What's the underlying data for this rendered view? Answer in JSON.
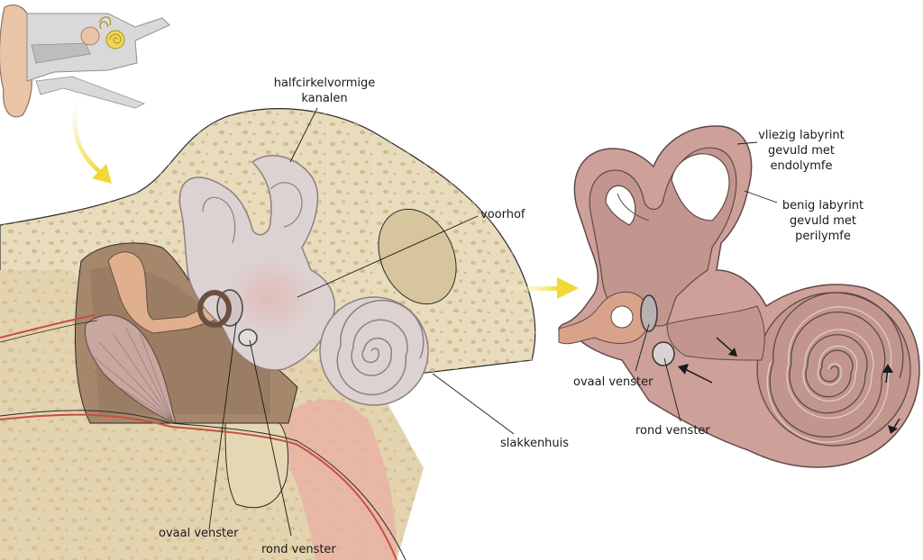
{
  "labels": {
    "halfcirkel": [
      "halfcirkelvormige",
      "kanalen"
    ],
    "voorhof": "voorhof",
    "slakkenhuis": "slakkenhuis",
    "ovaal_left": "ovaal venster",
    "rond_left": "rond venster",
    "vliezig": [
      "vliezig labyrint",
      "gevuld met",
      "endolymfe"
    ],
    "benig": [
      "benig labyrint",
      "gevuld met",
      "perilymfe"
    ],
    "ovaal_right": "ovaal venster",
    "rond_right": "rond venster"
  },
  "colors": {
    "bone": "#e9dcbd",
    "bone_dots": "#c9b48c",
    "labyrinth": "#ddd2d2",
    "labyrinth_edge": "#8e7f80",
    "membrane": "#c9a49b",
    "membrane_dark": "#a8857d",
    "tissue_brown": "#a68464",
    "ossicle": "#e0b08e",
    "nerve_red": "#c8503f",
    "arrow_yellow": "#f2d836"
  }
}
